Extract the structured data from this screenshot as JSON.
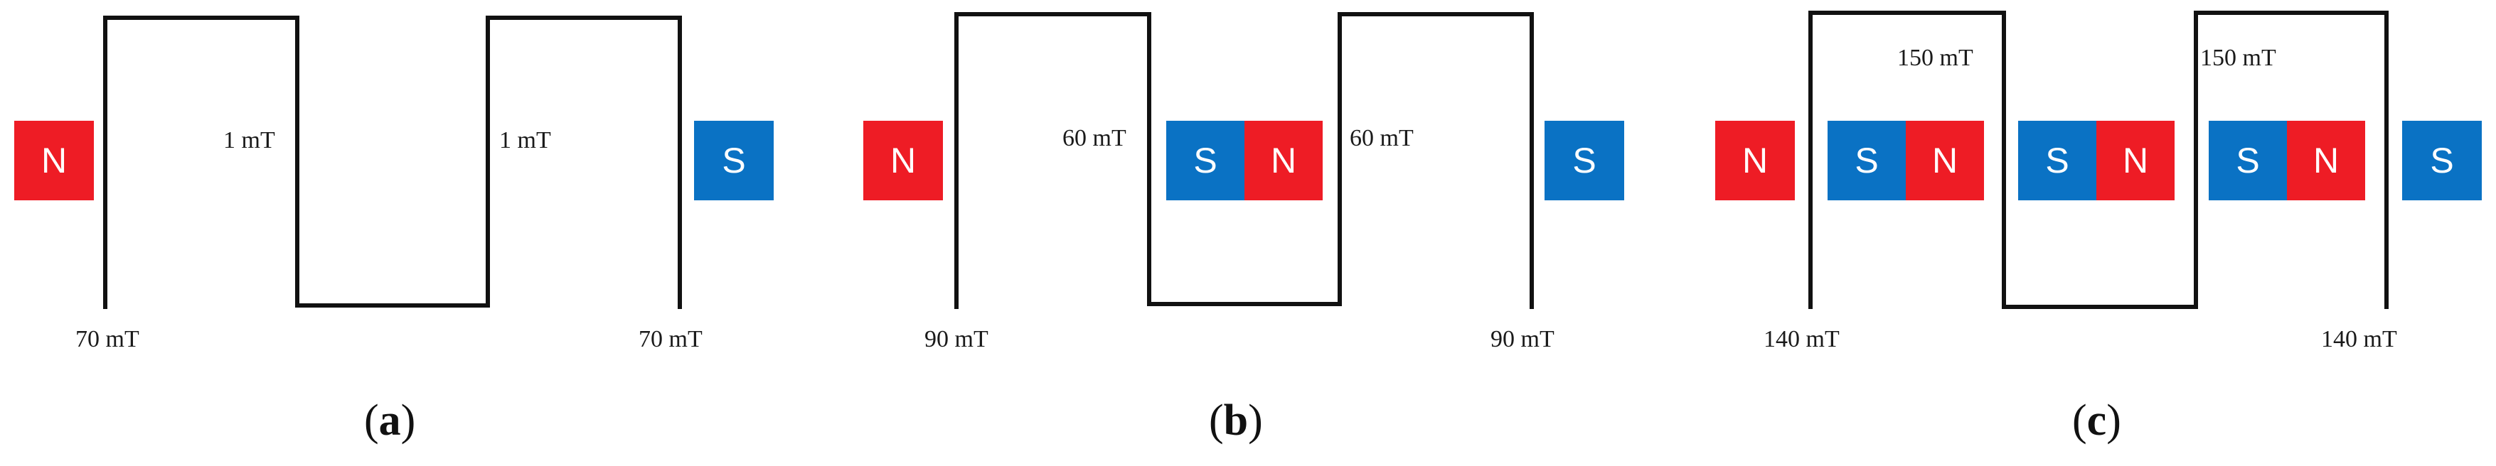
{
  "colors": {
    "north": "#ee1c25",
    "south": "#0a72c4",
    "wire": "#111111"
  },
  "panels": [
    {
      "letter": "a",
      "end_field_left": "70 mT",
      "end_field_right": "70 mT",
      "mid_field_1": "1 mT",
      "mid_field_2": "1 mT",
      "magnets": [
        "N",
        "S"
      ]
    },
    {
      "letter": "b",
      "end_field_left": "90 mT",
      "end_field_right": "90 mT",
      "mid_field_1": "60 mT",
      "mid_field_2": "60 mT",
      "magnets": [
        "N",
        "S",
        "N",
        "S"
      ]
    },
    {
      "letter": "c",
      "end_field_left": "140 mT",
      "end_field_right": "140 mT",
      "mid_field_1": "150 mT",
      "mid_field_2": "150 mT",
      "magnets": [
        "N",
        "S",
        "N",
        "S",
        "N",
        "S",
        "N",
        "S"
      ]
    }
  ]
}
